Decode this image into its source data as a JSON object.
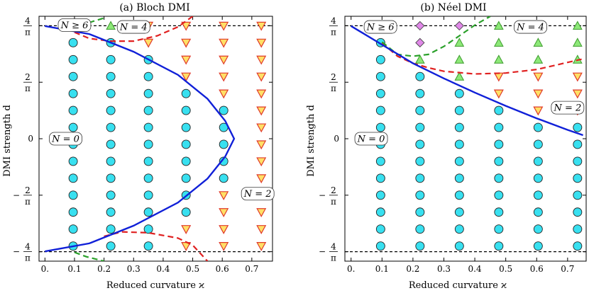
{
  "chart_data": [
    {
      "type": "scatter",
      "title": "(a) Bloch DMI",
      "xlabel": "Reduced curvature ϰ",
      "ylabel": "DMI strength d",
      "xlim": [
        -0.02,
        0.77
      ],
      "ylim": [
        -1.38,
        1.38
      ],
      "x_ticks": [
        "0.",
        "0.1",
        "0.2",
        "0.3",
        "0.4",
        "0.5",
        "0.6",
        "0.7"
      ],
      "y_ticks": [
        {
          "value": 1.2732,
          "numerator": "4",
          "denominator": "π",
          "sign": ""
        },
        {
          "value": 0.6366,
          "numerator": "2",
          "denominator": "π",
          "sign": ""
        },
        {
          "value": 0,
          "label": "0"
        },
        {
          "value": -0.6366,
          "numerator": "2",
          "denominator": "π",
          "sign": "−"
        },
        {
          "value": -1.2732,
          "numerator": "4",
          "denominator": "π",
          "sign": "−"
        }
      ],
      "reference_lines": [
        1.2732,
        -1.2732
      ],
      "region_labels": [
        {
          "text": "N = 0",
          "x": 0.07,
          "y": 0.0
        },
        {
          "text": "N = 2",
          "x": 0.72,
          "y": -0.62
        },
        {
          "text": "N = 4",
          "x": 0.3,
          "y": 1.26
        },
        {
          "text": "N ≥ 6",
          "x": 0.1,
          "y": 1.28
        }
      ],
      "x_grid": [
        0.0955,
        0.2228,
        0.3501,
        0.4775,
        0.6048,
        0.7321
      ],
      "y_grid": [
        1.2732,
        1.0823,
        0.8913,
        0.7003,
        0.5093,
        0.3183,
        0.1273,
        -0.0637,
        -0.2546,
        -0.4456,
        -0.6366,
        -0.8276,
        -1.0186,
        -1.2096
      ],
      "point_classes": [
        "N=0",
        "N=2",
        "N=4",
        "N≥6"
      ],
      "column_boundaries_N0": [
        1.1,
        1.1,
        0.85,
        0.6,
        0.25,
        0.0
      ],
      "rows": [
        {
          "y": 1.2732,
          "classes": [
            "N≥6",
            "N=4",
            "N=2",
            "N=2",
            "N=2",
            "N=2"
          ]
        },
        {
          "y": 1.0823,
          "classes": [
            "N=0",
            "N=0",
            "N=2",
            "N=2",
            "N=2",
            "N=2"
          ]
        },
        {
          "y": 0.8913,
          "classes": [
            "N=0",
            "N=0",
            "N=0",
            "N=2",
            "N=2",
            "N=2"
          ]
        },
        {
          "y": 0.7003,
          "classes": [
            "N=0",
            "N=0",
            "N=0",
            "N=2",
            "N=2",
            "N=2"
          ]
        },
        {
          "y": 0.5093,
          "classes": [
            "N=0",
            "N=0",
            "N=0",
            "N=0",
            "N=2",
            "N=2"
          ]
        },
        {
          "y": 0.3183,
          "classes": [
            "N=0",
            "N=0",
            "N=0",
            "N=0",
            "N=0",
            "N=2"
          ]
        },
        {
          "y": 0.1273,
          "classes": [
            "N=0",
            "N=0",
            "N=0",
            "N=0",
            "N=0",
            "N=2"
          ]
        },
        {
          "y": -0.0637,
          "classes": [
            "N=0",
            "N=0",
            "N=0",
            "N=0",
            "N=0",
            "N=2"
          ]
        },
        {
          "y": -0.2546,
          "classes": [
            "N=0",
            "N=0",
            "N=0",
            "N=0",
            "N=0",
            "N=2"
          ]
        },
        {
          "y": -0.4456,
          "classes": [
            "N=0",
            "N=0",
            "N=0",
            "N=0",
            "N=0",
            "N=2"
          ]
        },
        {
          "y": -0.6366,
          "classes": [
            "N=0",
            "N=0",
            "N=0",
            "N=0",
            "N=2",
            "N=2"
          ]
        },
        {
          "y": -0.8276,
          "classes": [
            "N=0",
            "N=0",
            "N=0",
            "N=0",
            "N=2",
            "N=2"
          ]
        },
        {
          "y": -1.0186,
          "classes": [
            "N=0",
            "N=0",
            "N=0",
            "N=2",
            "N=2",
            "N=2"
          ]
        },
        {
          "y": -1.2096,
          "classes": [
            "N=0",
            "N=0",
            "N=0",
            "N=2",
            "N=2",
            "N=2"
          ]
        }
      ],
      "solid_curve": [
        [
          0.0,
          1.27
        ],
        [
          0.15,
          1.18
        ],
        [
          0.3,
          0.98
        ],
        [
          0.45,
          0.72
        ],
        [
          0.55,
          0.45
        ],
        [
          0.61,
          0.2
        ],
        [
          0.64,
          0.0
        ],
        [
          0.61,
          -0.2
        ],
        [
          0.55,
          -0.45
        ],
        [
          0.45,
          -0.72
        ],
        [
          0.3,
          -0.98
        ],
        [
          0.15,
          -1.18
        ],
        [
          0.0,
          -1.27
        ]
      ],
      "dashed_red_top": [
        [
          0.1,
          1.2
        ],
        [
          0.15,
          1.13
        ],
        [
          0.22,
          1.1
        ],
        [
          0.3,
          1.1
        ],
        [
          0.38,
          1.16
        ],
        [
          0.45,
          1.26
        ],
        [
          0.5,
          1.38
        ]
      ],
      "dashed_red_bottom": [
        [
          0.2,
          -1.1
        ],
        [
          0.26,
          -1.05
        ],
        [
          0.35,
          -1.06
        ],
        [
          0.45,
          -1.12
        ],
        [
          0.5,
          -1.2
        ],
        [
          0.55,
          -1.38
        ]
      ],
      "dashed_green_top": [
        [
          0.12,
          1.27
        ],
        [
          0.16,
          1.32
        ],
        [
          0.2,
          1.36
        ]
      ],
      "dashed_green_bottom": [
        [
          0.1,
          -1.28
        ],
        [
          0.14,
          -1.33
        ],
        [
          0.2,
          -1.38
        ]
      ]
    },
    {
      "type": "scatter",
      "title": "(b) Néel DMI",
      "xlabel": "Reduced curvature ϰ",
      "ylabel": "DMI strength d",
      "xlim": [
        -0.02,
        0.76
      ],
      "ylim": [
        -1.38,
        1.38
      ],
      "x_ticks": [
        "0.",
        "0.1",
        "0.2",
        "0.3",
        "0.4",
        "0.5",
        "0.6",
        "0.7"
      ],
      "y_ticks": [
        {
          "value": 1.2732,
          "numerator": "4",
          "denominator": "π",
          "sign": ""
        },
        {
          "value": 0.6366,
          "numerator": "2",
          "denominator": "π",
          "sign": ""
        },
        {
          "value": 0,
          "label": "0"
        },
        {
          "value": -0.6366,
          "numerator": "2",
          "denominator": "π",
          "sign": "−"
        },
        {
          "value": -1.2732,
          "numerator": "4",
          "denominator": "π",
          "sign": "−"
        }
      ],
      "reference_lines": [
        1.2732,
        -1.2732
      ],
      "region_labels": [
        {
          "text": "N = 0",
          "x": 0.065,
          "y": 0.0
        },
        {
          "text": "N = 2",
          "x": 0.7,
          "y": 0.35
        },
        {
          "text": "N = 4",
          "x": 0.58,
          "y": 1.26
        },
        {
          "text": "N ≥ 6",
          "x": 0.095,
          "y": 1.26
        }
      ],
      "x_grid": [
        0.0955,
        0.2228,
        0.3501,
        0.4775,
        0.6048,
        0.7321
      ],
      "y_grid": [
        1.2732,
        1.0823,
        0.8913,
        0.7003,
        0.5093,
        0.3183,
        0.1273,
        -0.0637,
        -0.2546,
        -0.4456,
        -0.6366,
        -0.8276,
        -1.0186,
        -1.2096
      ],
      "rows": [
        {
          "y": 1.2732,
          "classes": [
            "N≥6",
            "N≥6",
            "N≥6",
            "N=4",
            "N=4",
            "N=4"
          ]
        },
        {
          "y": 1.0823,
          "classes": [
            "N=0",
            "N≥6",
            "N=4",
            "N=4",
            "N=4",
            "N=4"
          ]
        },
        {
          "y": 0.8913,
          "classes": [
            "N=0",
            "N=4",
            "N=4",
            "N=4",
            "N=4",
            "N=4"
          ]
        },
        {
          "y": 0.7003,
          "classes": [
            "N=0",
            "N=0",
            "N=4",
            "N=2",
            "N=2",
            "N=2"
          ]
        },
        {
          "y": 0.5093,
          "classes": [
            "N=0",
            "N=0",
            "N=0",
            "N=2",
            "N=2",
            "N=2"
          ]
        },
        {
          "y": 0.3183,
          "classes": [
            "N=0",
            "N=0",
            "N=0",
            "N=0",
            "N=2",
            "N=2"
          ]
        },
        {
          "y": 0.1273,
          "classes": [
            "N=0",
            "N=0",
            "N=0",
            "N=0",
            "N=0",
            "N=0"
          ]
        },
        {
          "y": -0.0637,
          "classes": [
            "N=0",
            "N=0",
            "N=0",
            "N=0",
            "N=0",
            "N=0"
          ]
        },
        {
          "y": -0.2546,
          "classes": [
            "N=0",
            "N=0",
            "N=0",
            "N=0",
            "N=0",
            "N=0"
          ]
        },
        {
          "y": -0.4456,
          "classes": [
            "N=0",
            "N=0",
            "N=0",
            "N=0",
            "N=0",
            "N=0"
          ]
        },
        {
          "y": -0.6366,
          "classes": [
            "N=0",
            "N=0",
            "N=0",
            "N=0",
            "N=0",
            "N=0"
          ]
        },
        {
          "y": -0.8276,
          "classes": [
            "N=0",
            "N=0",
            "N=0",
            "N=0",
            "N=0",
            "N=0"
          ]
        },
        {
          "y": -1.0186,
          "classes": [
            "N=0",
            "N=0",
            "N=0",
            "N=0",
            "N=0",
            "N=0"
          ]
        },
        {
          "y": -1.2096,
          "classes": [
            "N=0",
            "N=0",
            "N=0",
            "N=0",
            "N=0",
            "N=0"
          ]
        }
      ],
      "solid_curve": [
        [
          0.0,
          1.27
        ],
        [
          0.1,
          1.06
        ],
        [
          0.2,
          0.85
        ],
        [
          0.3,
          0.68
        ],
        [
          0.4,
          0.52
        ],
        [
          0.5,
          0.37
        ],
        [
          0.6,
          0.23
        ],
        [
          0.7,
          0.1
        ],
        [
          0.75,
          0.04
        ]
      ],
      "dashed_red": [
        [
          0.1,
          1.08
        ],
        [
          0.15,
          0.93
        ],
        [
          0.2,
          0.85
        ],
        [
          0.25,
          0.8
        ],
        [
          0.3,
          0.76
        ],
        [
          0.4,
          0.73
        ],
        [
          0.5,
          0.74
        ],
        [
          0.6,
          0.78
        ],
        [
          0.7,
          0.86
        ],
        [
          0.75,
          0.9
        ]
      ],
      "dashed_green": [
        [
          0.1,
          1.09
        ],
        [
          0.15,
          0.95
        ],
        [
          0.2,
          0.93
        ],
        [
          0.25,
          0.95
        ],
        [
          0.3,
          1.04
        ],
        [
          0.35,
          1.16
        ],
        [
          0.4,
          1.28
        ],
        [
          0.45,
          1.38
        ]
      ]
    }
  ],
  "styles": {
    "circle_fill": "#38e0f0",
    "triangle_down_fill": "#ffe066",
    "triangle_down_stroke": "#e03a2a",
    "triangle_up_fill": "#8de878",
    "triangle_up_stroke": "#3a9a2a",
    "diamond_fill": "#e088e8",
    "solid_curve": "#1020d8",
    "dashed_red": "#e02020",
    "dashed_green": "#2aa02a"
  }
}
